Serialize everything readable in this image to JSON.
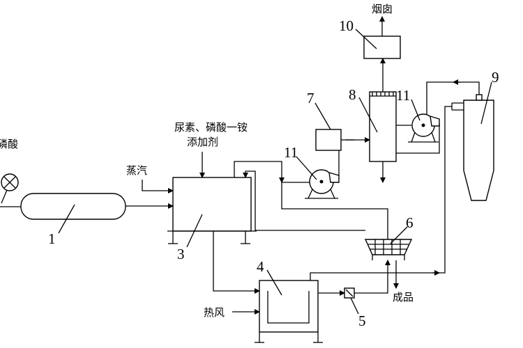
{
  "labels": {
    "acid": "磷酸",
    "smoke": "烟囱",
    "urea_line1": "尿素、磷酸一铵",
    "urea_line2": "添加剂",
    "steam": "蒸汽",
    "hot_air": "热风",
    "product": "成品"
  },
  "numbers": {
    "n1": "1",
    "n3": "3",
    "n4": "4",
    "n5": "5",
    "n6": "6",
    "n7": "7",
    "n8": "8",
    "n9": "9",
    "n10": "10",
    "n11a": "11",
    "n11b": "11"
  }
}
